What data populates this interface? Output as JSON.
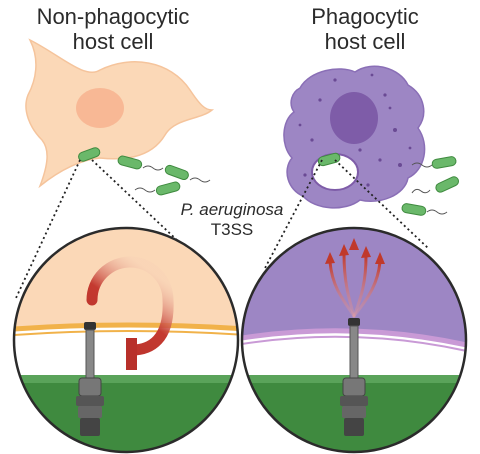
{
  "titles": {
    "left_line1": "Non-phagocytic",
    "left_line2": "host cell",
    "right_line1": "Phagocytic",
    "right_line2": "host cell"
  },
  "bacteria": {
    "species": "P. aeruginosa",
    "system": "T3SS"
  },
  "colors": {
    "non_phagocytic_cell": "#fbd8b7",
    "non_phagocytic_nucleus": "#f7b38f",
    "phagocytic_cell": "#9d86c4",
    "phagocytic_nucleus": "#7e5ca8",
    "bacterium": "#6ab86a",
    "membrane_left": "#f1b24a",
    "membrane_right": "#c99ad6",
    "ground": "#3f8a3f",
    "arrows": "#c0392b",
    "needle": "#6f6f6f"
  }
}
